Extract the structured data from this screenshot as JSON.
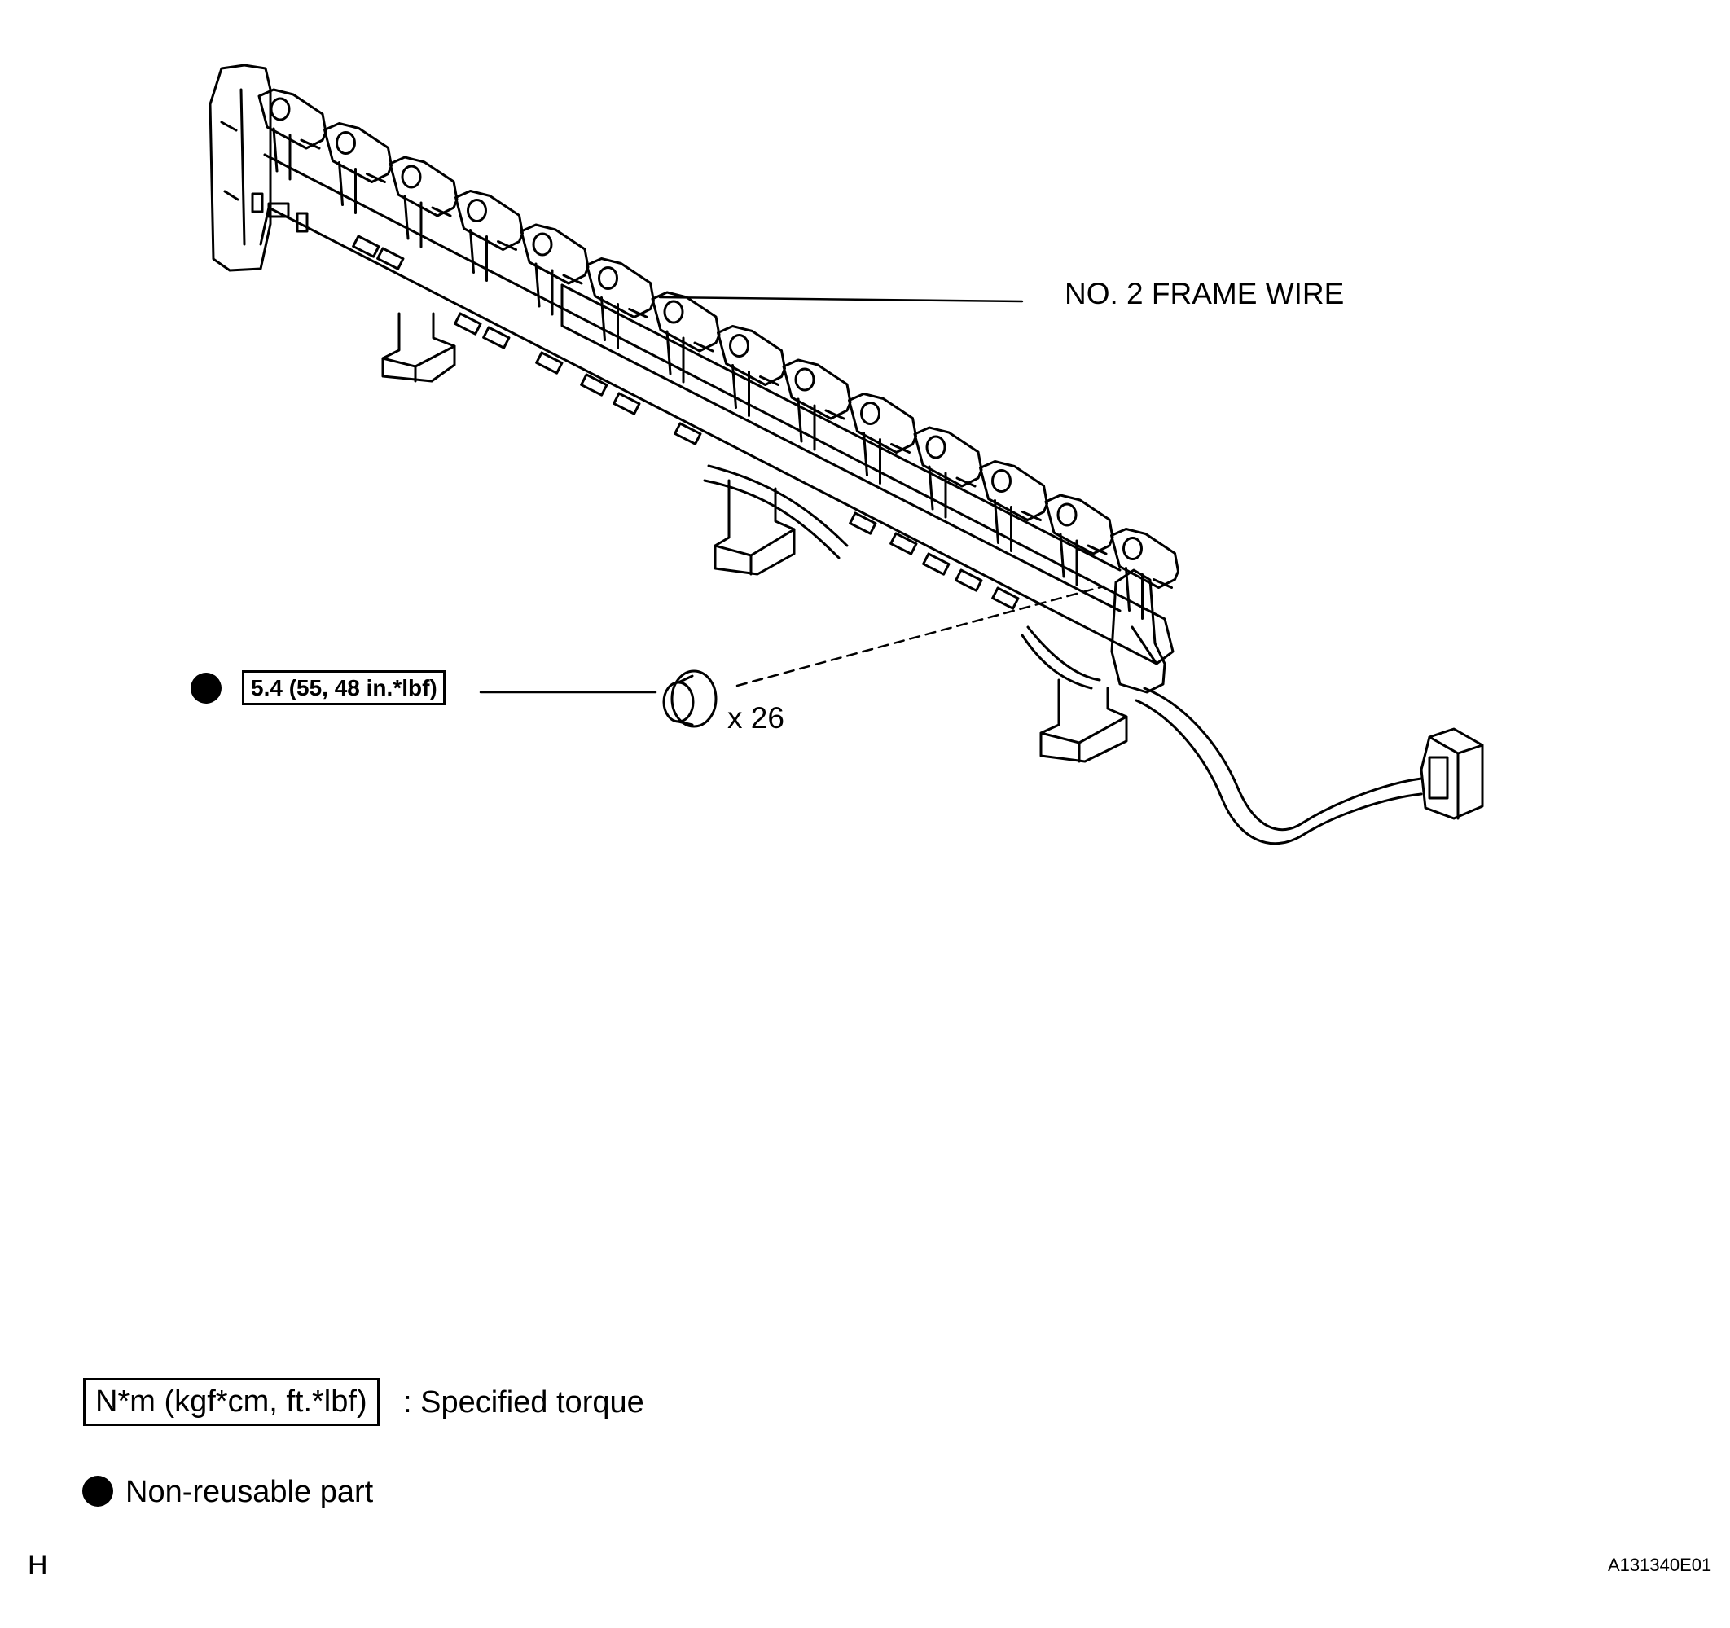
{
  "callouts": {
    "frame_wire": "NO. 2 FRAME WIRE",
    "torque_spec": "5.4 (55, 48 in.*lbf)",
    "quantity": "x 26"
  },
  "legend": {
    "torque_units": "N*m (kgf*cm, ft.*lbf)",
    "torque_desc": ": Specified torque",
    "nonreusable_desc": "Non-reusable part"
  },
  "corner": {
    "left_mark": "H",
    "figure_id": "A131340E01"
  },
  "icons": [
    "non-reusable-part-icon",
    "clip-icon",
    "connector-icon"
  ],
  "colors": {
    "ink": "#000000",
    "paper": "#ffffff"
  }
}
